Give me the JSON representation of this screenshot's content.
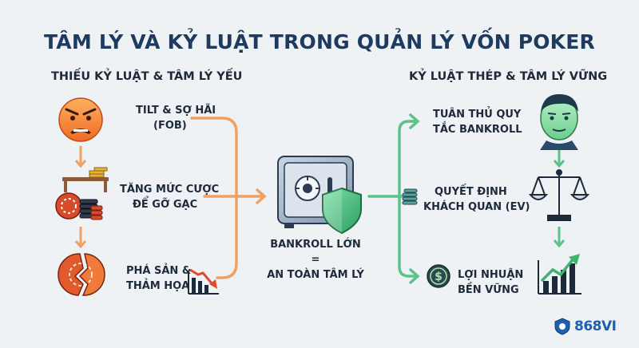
{
  "title": "TÂM LÝ VÀ KỶ LUẬT TRONG QUẢN LÝ VỐN POKER",
  "left": {
    "heading": "THIẾU KỶ LUẬT & TÂM LÝ YẾU",
    "steps": [
      {
        "line1": "TILT & SỢ HÃI",
        "line2": "(FOB)"
      },
      {
        "line1": "TĂNG MỨC CƯỢC",
        "line2": "ĐỂ GỠ GẠC"
      },
      {
        "line1": "PHÁ SẢN &",
        "line2": "THẢM HỌA"
      }
    ]
  },
  "center": {
    "line1": "BANKROLL LỚN",
    "line2": "=",
    "line3": "AN TOÀN TÂM LÝ"
  },
  "right": {
    "heading": "KỶ LUẬT THÉP & TÂM LÝ VỮNG",
    "steps": [
      {
        "line1": "TUÂN THỦ QUY",
        "line2": "TẮC BANKROLL"
      },
      {
        "line1": "QUYẾT ĐỊNH",
        "line2": "KHÁCH QUAN (EV)"
      },
      {
        "line1": "LỢI NHUẬN",
        "line2": "BỀN VỮNG"
      }
    ]
  },
  "logo": {
    "text": "868VI"
  },
  "colors": {
    "orange": "#f0a060",
    "green": "#5cc28a",
    "navy": "#1e3a5f"
  },
  "icons": [
    "angry-face-icon",
    "poker-chips-icon",
    "broken-chip-icon",
    "falling-chart-icon",
    "safe-icon",
    "shield-icon",
    "player-head-icon",
    "scales-icon",
    "rising-chart-icon",
    "coin-stack-icon",
    "dollar-coin-icon"
  ]
}
